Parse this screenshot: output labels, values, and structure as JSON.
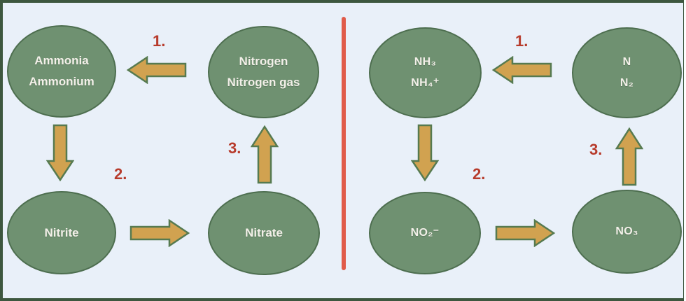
{
  "diagram": {
    "type": "nitrogen-cycle",
    "colors": {
      "background": "#e9f0f9",
      "frame_border": "#3d573f",
      "node_fill": "#6f9171",
      "node_border": "#4d6e4f",
      "node_text": "#f3f0e9",
      "arrow_fill": "#d1a250",
      "arrow_outline": "#567a50",
      "step_label": "#b73b2c",
      "divider": "#e05b4a"
    },
    "left": {
      "nodes": [
        {
          "line1": "Ammonia",
          "line2": "Ammonium"
        },
        {
          "line1": "Nitrogen",
          "line2": "Nitrogen gas"
        },
        {
          "line1": "Nitrite"
        },
        {
          "line1": "Nitrate"
        }
      ],
      "steps": [
        "1.",
        "2.",
        "3."
      ]
    },
    "right": {
      "nodes": [
        {
          "line1": "NH₃",
          "line2": "NH₄⁺"
        },
        {
          "line1": "N",
          "line2": "N₂"
        },
        {
          "line1": "NO₂⁻"
        },
        {
          "line1": "NO₃"
        }
      ],
      "steps": [
        "1.",
        "2.",
        "3."
      ]
    }
  }
}
